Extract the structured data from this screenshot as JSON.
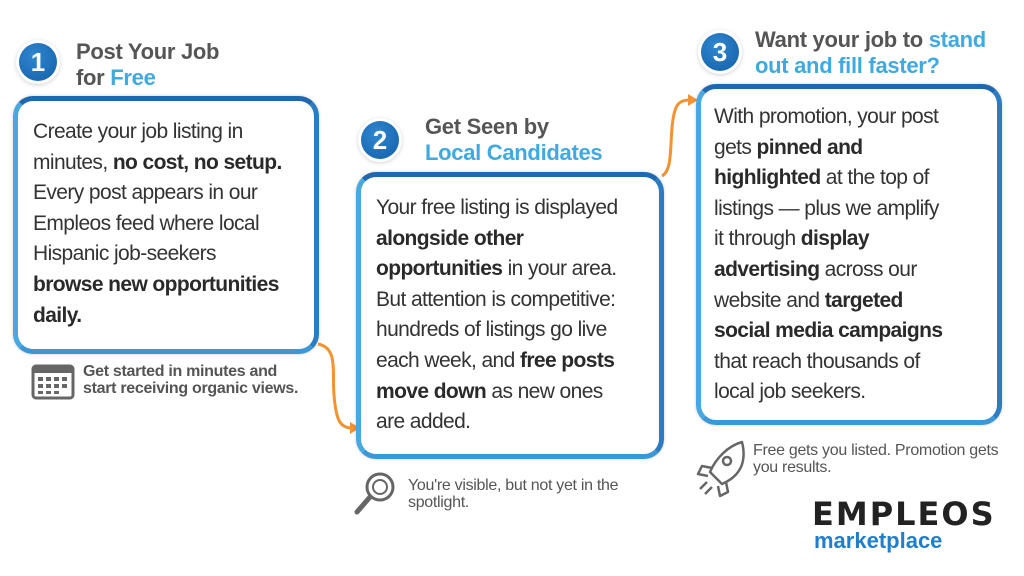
{
  "steps": [
    {
      "number": "1",
      "title_line1": "Post Your Job",
      "title_pre": "for ",
      "title_highlight": "Free",
      "lines": [
        [
          [
            "Create your job listing in",
            false
          ]
        ],
        [
          [
            "minutes, ",
            false
          ],
          [
            "no cost, no setup.",
            true
          ]
        ],
        [
          [
            "Every post appears in our",
            false
          ]
        ],
        [
          [
            "Empleos feed where local",
            false
          ]
        ],
        [
          [
            "Hispanic job-seekers",
            false
          ]
        ],
        [
          [
            "browse new opportunities",
            true
          ]
        ],
        [
          [
            "daily.",
            true
          ]
        ]
      ],
      "note": "Get started in minutes and start receiving organic views.",
      "note_icon": "calendar-icon"
    },
    {
      "number": "2",
      "title_line1": "Get Seen by",
      "title_pre": "",
      "title_highlight": "Local Candidates",
      "lines": [
        [
          [
            "Your free listing is displayed",
            false
          ]
        ],
        [
          [
            "alongside other",
            true
          ]
        ],
        [
          [
            "opportunities",
            true
          ],
          [
            " in your area.",
            false
          ]
        ],
        [
          [
            "But attention is competitive:",
            false
          ]
        ],
        [
          [
            "hundreds of listings go live",
            false
          ]
        ],
        [
          [
            "each week, and ",
            false
          ],
          [
            "free posts",
            true
          ]
        ],
        [
          [
            "move down",
            true
          ],
          [
            " as new ones",
            false
          ]
        ],
        [
          [
            "are added.",
            false
          ]
        ]
      ],
      "note": "You're visible, but not yet in the spotlight.",
      "note_icon": "magnifier-icon"
    },
    {
      "number": "3",
      "title_line1_pre": "Want your job to ",
      "title_line1_hl": "stand",
      "title_line2_hl": "out and fill faster?",
      "lines": [
        [
          [
            "With promotion, your post",
            false
          ]
        ],
        [
          [
            "gets ",
            false
          ],
          [
            "pinned and",
            true
          ]
        ],
        [
          [
            "highlighted",
            true
          ],
          [
            " at the top of",
            false
          ]
        ],
        [
          [
            "listings — plus we amplify",
            false
          ]
        ],
        [
          [
            "it through ",
            false
          ],
          [
            "display",
            true
          ]
        ],
        [
          [
            "advertising",
            true
          ],
          [
            " across our",
            false
          ]
        ],
        [
          [
            "website and ",
            false
          ],
          [
            "targeted",
            true
          ]
        ],
        [
          [
            "social media campaigns",
            true
          ]
        ],
        [
          [
            "that reach thousands of",
            false
          ]
        ],
        [
          [
            "local job seekers.",
            false
          ]
        ]
      ],
      "note": "Free gets you listed. Promotion gets you results.",
      "note_icon": "rocket-icon"
    }
  ],
  "logo": {
    "brand": "EMPLEOS",
    "sub": "marketplace"
  },
  "colors": {
    "accent": "#3fa9e0",
    "box_border": "#2c7cc4",
    "arrow": "#f39232",
    "heading": "#555555"
  }
}
